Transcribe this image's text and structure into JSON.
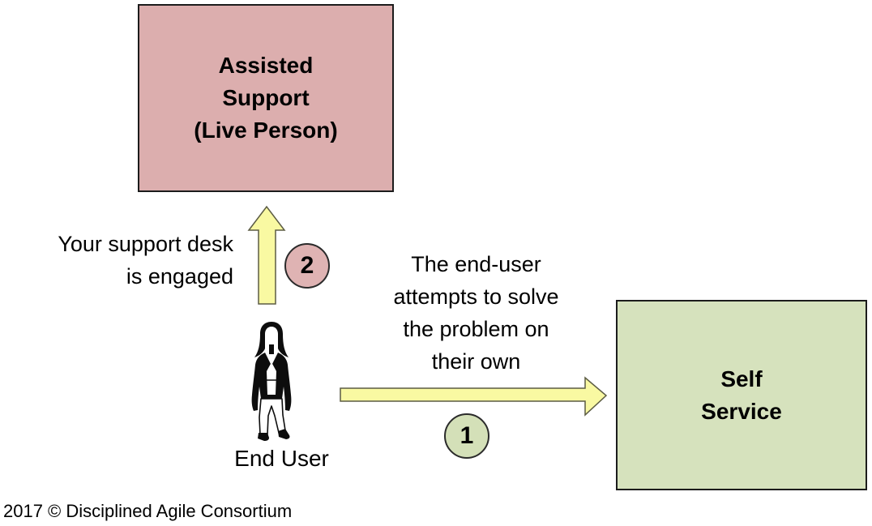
{
  "diagram": {
    "background": "#ffffff",
    "boxes": {
      "assisted_support": {
        "line1": "Assisted",
        "line2": "Support",
        "line3": "(Live Person)",
        "fill": "#dcaeae",
        "border": "#1c1c1c"
      },
      "self_service": {
        "line1": "Self",
        "line2": "Service",
        "fill": "#d6e2bd",
        "border": "#1c1c1c"
      }
    },
    "notes": {
      "support_desk_line1": "Your support desk",
      "support_desk_line2": "is engaged",
      "attempt_line1": "The end-user",
      "attempt_line2": "attempts to solve",
      "attempt_line3": "the problem on",
      "attempt_line4": "their own"
    },
    "actor_label": "End User",
    "steps": {
      "step1": {
        "number": "1",
        "fill": "#d4e0b8",
        "border": "#2b2b2b"
      },
      "step2": {
        "number": "2",
        "fill": "#dfb3b3",
        "border": "#2b2b2b"
      }
    },
    "arrows": {
      "fill": "#f9f9a2",
      "stroke": "#5c5c44"
    },
    "footer": "2017 © Disciplined Agile Consortium"
  }
}
